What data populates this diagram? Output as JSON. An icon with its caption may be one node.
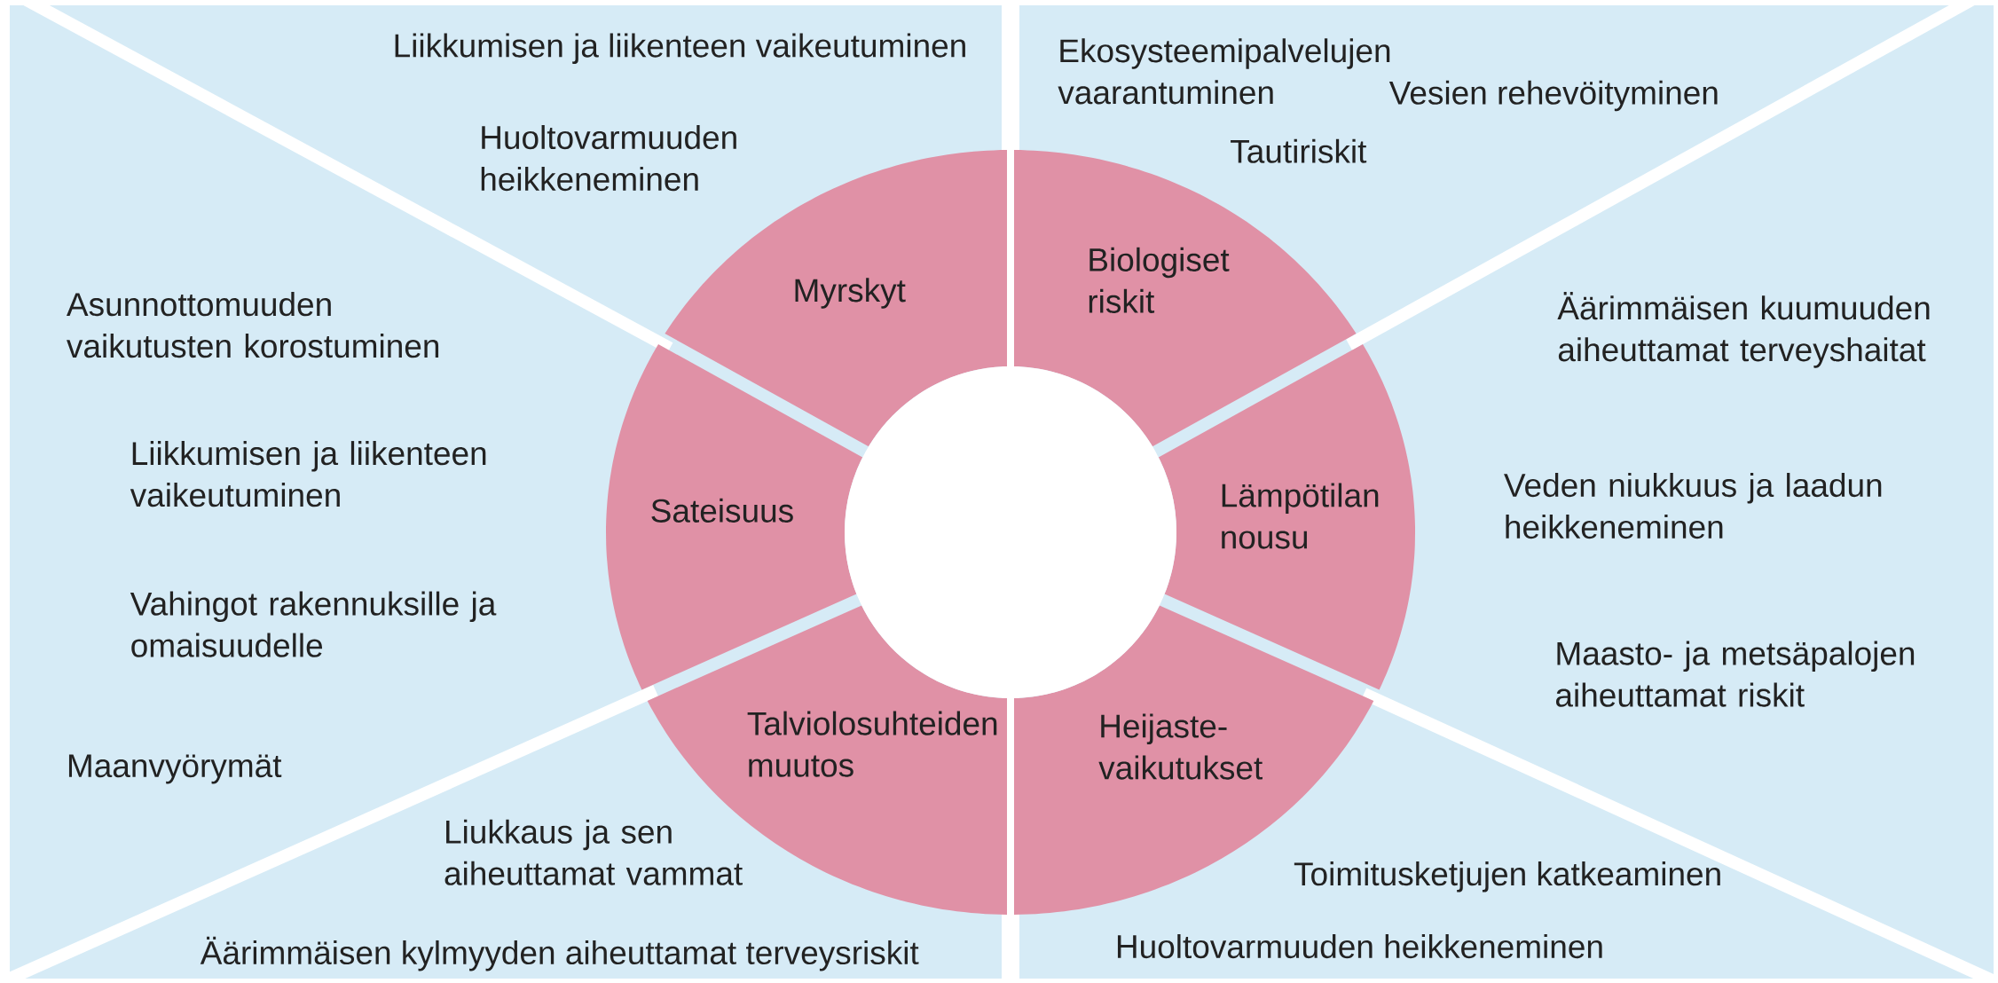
{
  "diagram": {
    "nodes": [
      {
        "text": [
          "Myrskyt"
        ]
      },
      {
        "text": [
          "Biologiset riskit"
        ]
      },
      {
        "text": [
          "Sateisuus"
        ]
      },
      {
        "text": [
          "Lämpötilan nousu"
        ]
      },
      {
        "text": [
          "Talviolosuhteiden muutos"
        ]
      },
      {
        "text": [
          "Heijaste-vaikutukset"
        ]
      },
      {
        "text": [],
        "shape": "circle"
      }
    ],
    "labels": [
      "Liikkumisen ja liikenteen vaikeutuminen",
      "Ekosysteemipalvelujen vaarantuminen",
      "Vesien rehevöityminen",
      "Huoltovarmuuden heikkeneminen",
      "Tautiriskit",
      "Asunnottomuuden vaikutusten korostuminen",
      "Äärimmäisen kuumuuden aiheuttamat terveyshaitat",
      "Liikkumisen ja liikenteen vaikeutuminen",
      "Veden niukkuus ja laadun heikkeneminen",
      "Vahingot rakennuksille ja omaisuudelle",
      "Maasto- ja metsäpalojen aiheuttamat riskit",
      "Maanvyörymät",
      "Liukkaus ja sen aiheuttamat vammat",
      "Toimitusketjujen katkeaminen",
      "Äärimmäisen kylmyyden aiheuttamat terveysriskit",
      "Huoltovarmuuden heikkeneminen"
    ]
  }
}
